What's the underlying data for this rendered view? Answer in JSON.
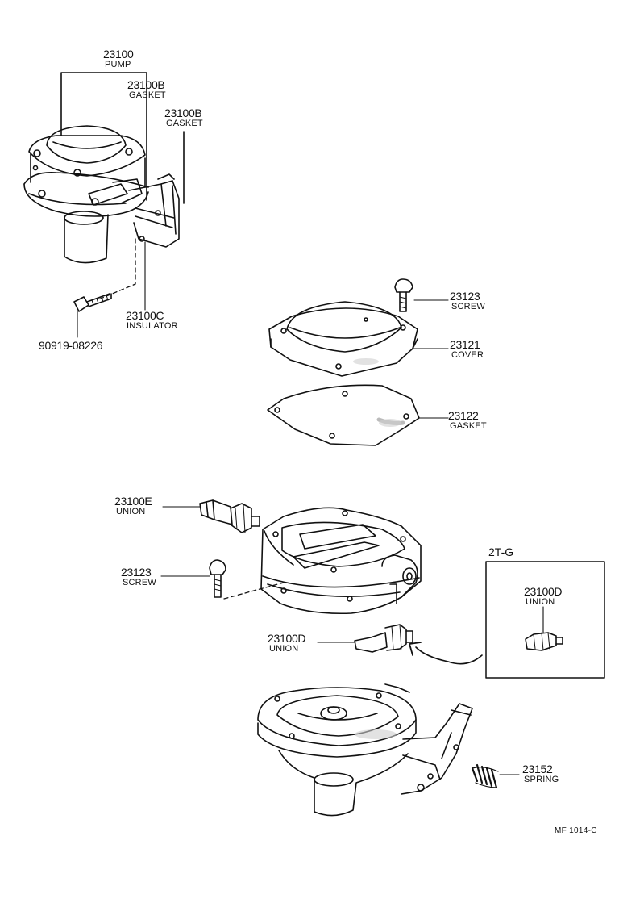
{
  "callouts": [
    {
      "part_no": "23100",
      "name": "PUMP"
    },
    {
      "part_no": "23100B",
      "name": "GASKET"
    },
    {
      "part_no": "23100B",
      "name": "GASKET"
    },
    {
      "part_no": "23100C",
      "name": "INSULATOR"
    },
    {
      "part_no": "90919-08226",
      "name": ""
    },
    {
      "part_no": "23123",
      "name": "SCREW"
    },
    {
      "part_no": "23121",
      "name": "COVER"
    },
    {
      "part_no": "23122",
      "name": "GASKET"
    },
    {
      "part_no": "23100E",
      "name": "UNION"
    },
    {
      "part_no": "23123",
      "name": "SCREW"
    },
    {
      "part_no": "23100D",
      "name": "UNION"
    },
    {
      "part_no": "23100D",
      "name": "UNION"
    },
    {
      "part_no": "23152",
      "name": "SPRING"
    }
  ],
  "variant_box": {
    "title": "2T-G"
  },
  "figure_ref": "MF 1014-C",
  "colors": {
    "ink": "#111111",
    "paper": "#ffffff",
    "shade": "#cfcfcf"
  }
}
